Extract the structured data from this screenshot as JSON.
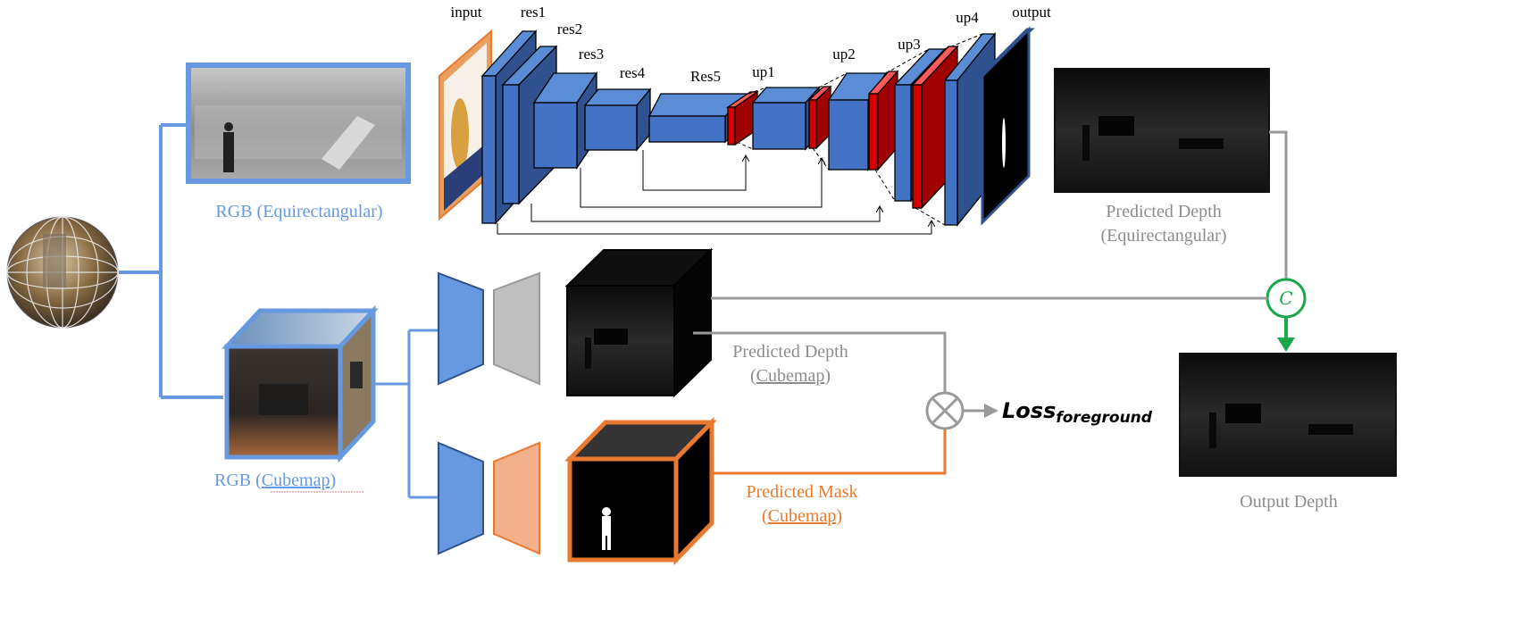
{
  "colors": {
    "blue_light": "#6699e0",
    "blue_block": "#4472c4",
    "blue_dark": "#2f528f",
    "red_block": "#d40000",
    "gray": "#9a9a9a",
    "orange": "#e8792e",
    "orange_light": "#f3b08a",
    "green": "#1aa84a",
    "black": "#000000"
  },
  "labels": {
    "rgb_equirect": "RGB (Equirectangular)",
    "rgb_cubemap_prefix": "RGB (",
    "rgb_cubemap_word": "Cubemap",
    "rgb_cubemap_suffix": ")",
    "pred_depth_equirect_1": "Predicted Depth",
    "pred_depth_equirect_2": "(Equirectangular)",
    "pred_depth_cube_1": "Predicted Depth",
    "pred_depth_cube_2_prefix": "(",
    "pred_depth_cube_2_word": "Cubemap",
    "pred_depth_cube_2_suffix": ")",
    "pred_mask_1": "Predicted Mask",
    "pred_mask_2_prefix": "(",
    "pred_mask_2_word": "Cubemap",
    "pred_mask_2_suffix": ")",
    "output_depth": "Output Depth",
    "loss_main": "Loss",
    "loss_sub": "foreground",
    "concat_symbol": "C"
  },
  "network_layers": [
    "input",
    "res1",
    "res2",
    "res3",
    "res4",
    "Res5",
    "up1",
    "up2",
    "up3",
    "up4",
    "output"
  ],
  "icons": [
    "sphere-image-icon",
    "concat-icon",
    "multiply-icon"
  ]
}
